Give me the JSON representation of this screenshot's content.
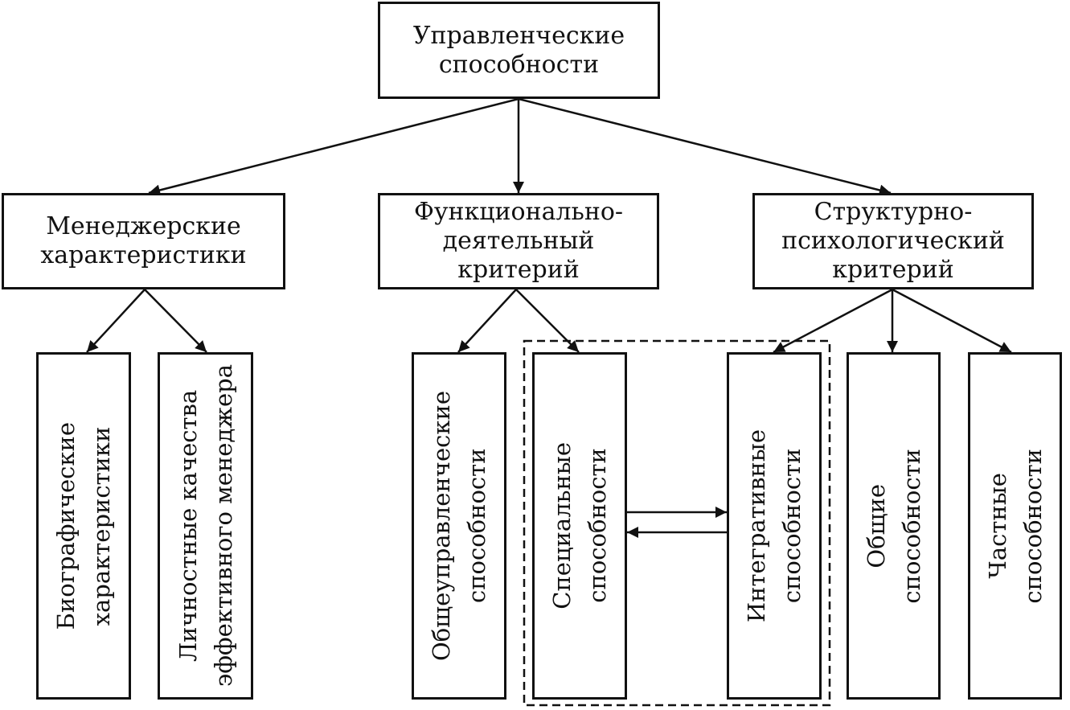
{
  "root": {
    "lines": [
      "Управленческие",
      "способности"
    ]
  },
  "level1": {
    "managerial": {
      "lines": [
        "Менеджерские",
        "характеристики"
      ]
    },
    "functional": {
      "lines": [
        "Функционально-",
        "деятельный",
        "критерий"
      ]
    },
    "structural": {
      "lines": [
        "Структурно-",
        "психологический",
        "критерий"
      ]
    }
  },
  "leaves": {
    "biographical": {
      "lines": [
        "Биографические",
        "характеристики"
      ]
    },
    "personal": {
      "lines": [
        "Личностные качества",
        "эффективного менеджера"
      ]
    },
    "general_managerial": {
      "lines": [
        "Общеуправленческие",
        "способности"
      ]
    },
    "special": {
      "lines": [
        "Специальные",
        "способности"
      ]
    },
    "integrative": {
      "lines": [
        "Интегративные",
        "способности"
      ]
    },
    "general": {
      "lines": [
        "Общие",
        "способности"
      ]
    },
    "particular": {
      "lines": [
        "Частные",
        "способности"
      ]
    }
  }
}
